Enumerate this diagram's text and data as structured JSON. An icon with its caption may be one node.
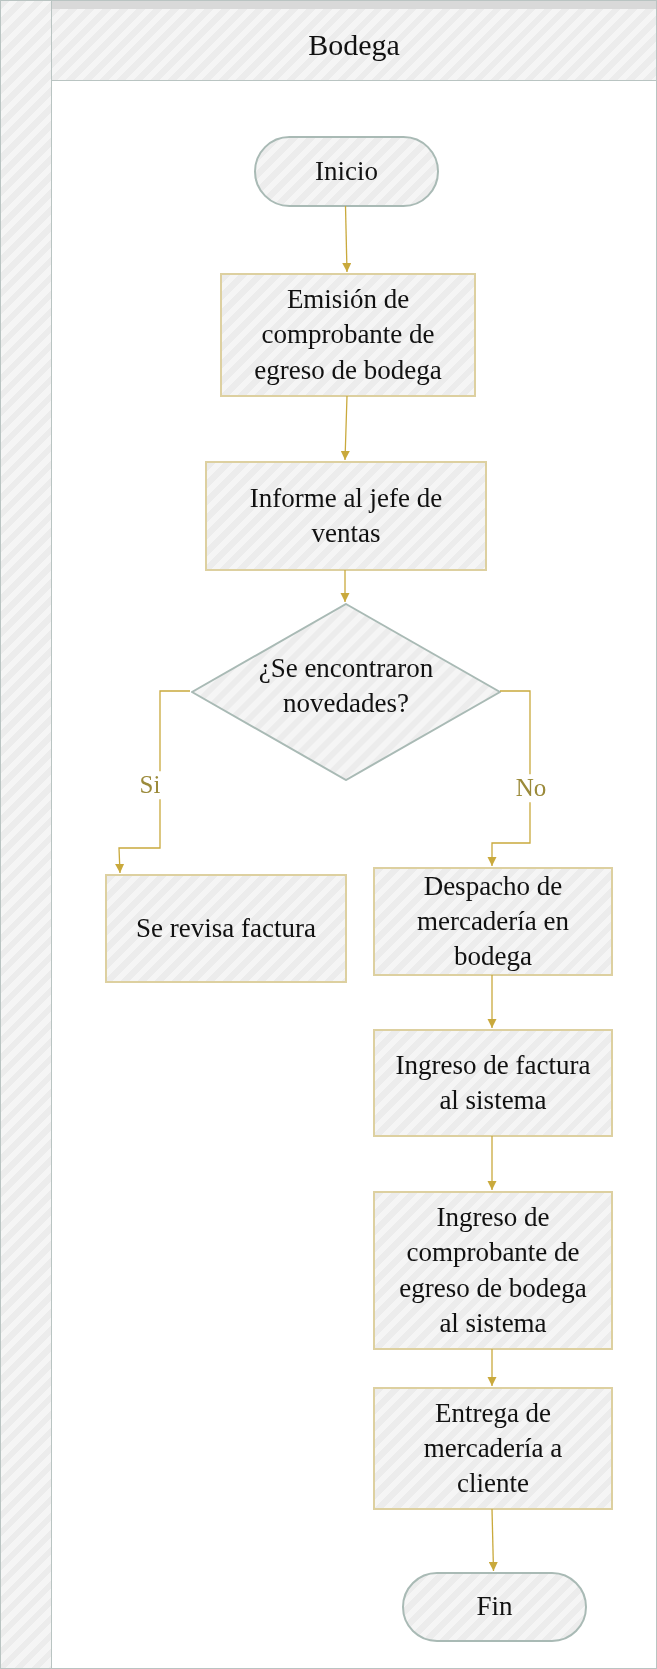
{
  "diagram": {
    "nodes": [
      {
        "text": [
          "Bodega"
        ]
      },
      {
        "text": [
          "Inicio"
        ],
        "in": 0
      },
      {
        "text": [
          "Emisión de comprobante de egreso de bodega"
        ],
        "in": 0
      },
      {
        "text": [
          "Informe al jefe de ventas"
        ],
        "in": 0
      },
      {
        "text": [
          "¿Se encontraron novedades?"
        ],
        "in": 0
      },
      {
        "text": [
          "Se revisa factura"
        ],
        "in": 0
      },
      {
        "text": [
          "Despacho de mercadería en bodega"
        ],
        "in": 0
      },
      {
        "text": [
          "Ingreso de factura al sistema"
        ],
        "in": 0
      },
      {
        "text": [
          "Ingreso de comprobante de egreso de bodega al sistema"
        ],
        "in": 0
      },
      {
        "text": [
          "Entrega de mercadería a cliente"
        ],
        "in": 0
      },
      {
        "text": [
          "Fin"
        ],
        "in": 0
      }
    ],
    "edges": [
      {
        "from": 1,
        "to": 2,
        "arrow": "to"
      },
      {
        "from": 2,
        "to": 3,
        "arrow": "to"
      },
      {
        "from": 3,
        "to": 4,
        "arrow": "to"
      },
      {
        "from": 4,
        "to": 5,
        "arrow": "to",
        "label": "Si"
      },
      {
        "from": 4,
        "to": 6,
        "arrow": "to",
        "label": "No"
      },
      {
        "from": 6,
        "to": 7,
        "arrow": "to"
      },
      {
        "from": 7,
        "to": 8,
        "arrow": "to"
      },
      {
        "from": 8,
        "to": 9,
        "arrow": "to"
      },
      {
        "from": 9,
        "to": 10,
        "arrow": "to"
      }
    ]
  }
}
